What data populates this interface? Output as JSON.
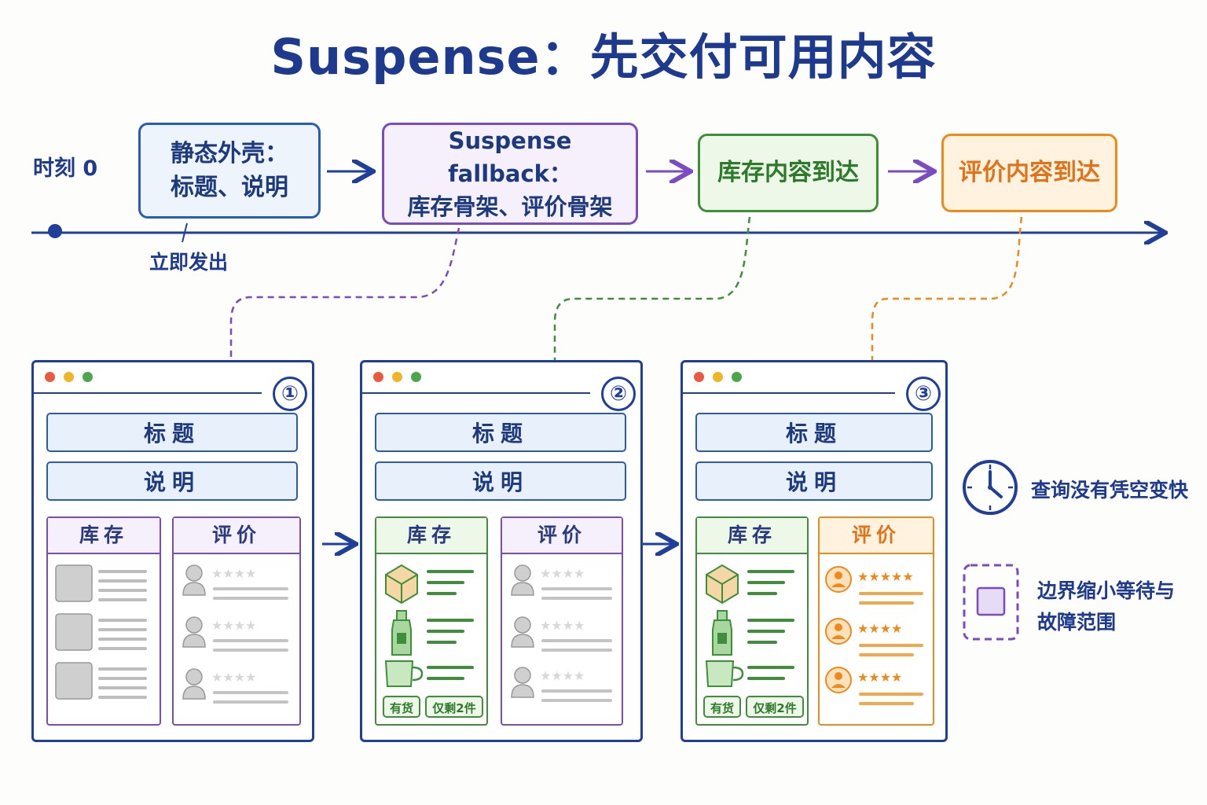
{
  "title": "Suspense：先交付可用内容",
  "timeline": {
    "start_label": "时刻 0",
    "emit_label": "立即发出",
    "stages": [
      {
        "line1": "静态外壳：",
        "line2": "标题、说明",
        "color": "#2b5cb5"
      },
      {
        "line1": "Suspense fallback：",
        "line2": "库存骨架、评价骨架",
        "color": "#7a4cc0"
      },
      {
        "line1": "库存内容到达",
        "line2": "",
        "color": "#3f8f3a"
      },
      {
        "line1": "评价内容到达",
        "line2": "",
        "color": "#ee8a1c"
      }
    ]
  },
  "windows": [
    {
      "number": "①",
      "title": "标题",
      "desc": "说明",
      "inventory_label": "库存",
      "reviews_label": "评价",
      "inventory_state": "skeleton",
      "reviews_state": "skeleton"
    },
    {
      "number": "②",
      "title": "标题",
      "desc": "说明",
      "inventory_label": "库存",
      "reviews_label": "评价",
      "inventory_state": "loaded",
      "reviews_state": "skeleton",
      "tag_instock": "有货",
      "tag_left": "仅剩2件"
    },
    {
      "number": "③",
      "title": "标题",
      "desc": "说明",
      "inventory_label": "库存",
      "reviews_label": "评价",
      "inventory_state": "loaded",
      "reviews_state": "loaded",
      "tag_instock": "有货",
      "tag_left": "仅剩2件"
    }
  ],
  "legend": {
    "clock_text": "查询没有凭空变快",
    "boundary_text_line1": "边界缩小等待与",
    "boundary_text_line2": "故障范围"
  },
  "colors": {
    "navy": "#1f3f9a",
    "purple": "#7a4cc0",
    "green": "#3f8f3a",
    "orange": "#ee8a1c",
    "skeleton_gray": "#c8c8c8"
  },
  "icons": [
    "box-icon",
    "bottle-icon",
    "mug-icon",
    "avatar-icon",
    "star-icon",
    "clock-icon",
    "boundary-box-icon"
  ]
}
